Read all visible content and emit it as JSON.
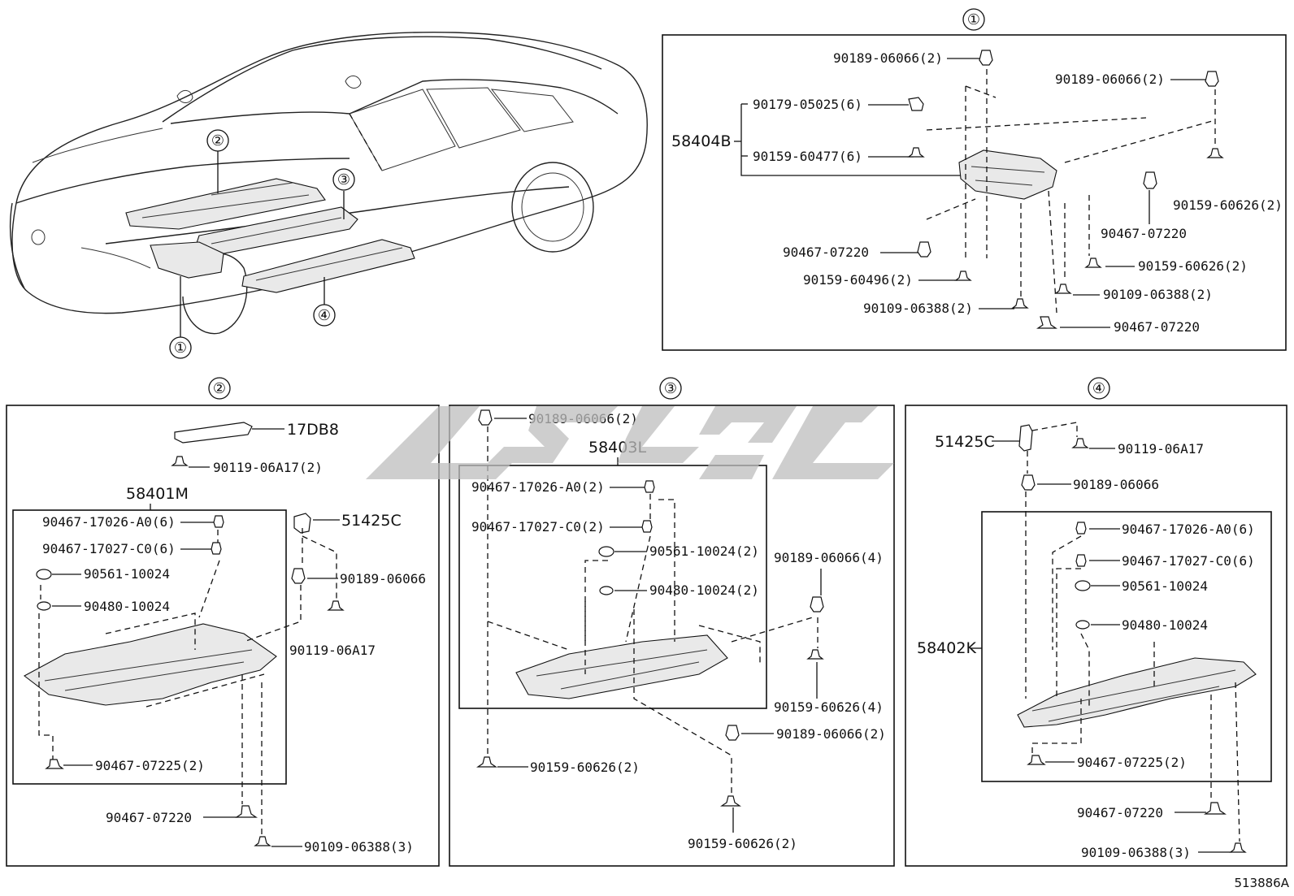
{
  "diagram_code": "513886A",
  "callouts": [
    "①",
    "②",
    "③",
    "④"
  ],
  "panel1": {
    "number": "①",
    "assembly": "58404B",
    "labels": {
      "a": "90189-06066(2)",
      "b": "90189-06066(2)",
      "c": "90179-05025(6)",
      "d": "90159-60477(6)",
      "e": "90159-60626(2)",
      "f": "90467-07220",
      "g": "90467-07220",
      "h": "90159-60626(2)",
      "i": "90159-60496(2)",
      "j": "90109-06388(2)",
      "k": "90109-06388(2)",
      "l": "90467-07220"
    }
  },
  "panel2": {
    "number": "②",
    "assembly": "58401M",
    "labels": {
      "a": "17DB8",
      "b": "90119-06A17(2)",
      "c": "90467-17026-A0(6)",
      "d": "90467-17027-C0(6)",
      "e": "51425C",
      "f": "90561-10024",
      "g": "90189-06066",
      "h": "90480-10024",
      "i": "90119-06A17",
      "j": "90467-07225(2)",
      "k": "90467-07220",
      "l": "90109-06388(3)"
    }
  },
  "panel3": {
    "number": "③",
    "assembly": "58403L",
    "labels": {
      "a": "90189-06066(2)",
      "b": "90467-17026-A0(2)",
      "c": "90467-17027-C0(2)",
      "d": "90561-10024(2)",
      "e": "90189-06066(4)",
      "f": "90480-10024(2)",
      "g": "90159-60626(4)",
      "h": "90189-06066(2)",
      "i": "90159-60626(2)",
      "j": "90159-60626(2)"
    }
  },
  "panel4": {
    "number": "④",
    "assembly": "58402K",
    "labels": {
      "a": "51425C",
      "b": "90119-06A17",
      "c": "90189-06066",
      "d": "90467-17026-A0(6)",
      "e": "90467-17027-C0(6)",
      "f": "90561-10024",
      "g": "90480-10024",
      "h": "90467-07225(2)",
      "i": "90467-07220",
      "j": "90109-06388(3)"
    }
  }
}
